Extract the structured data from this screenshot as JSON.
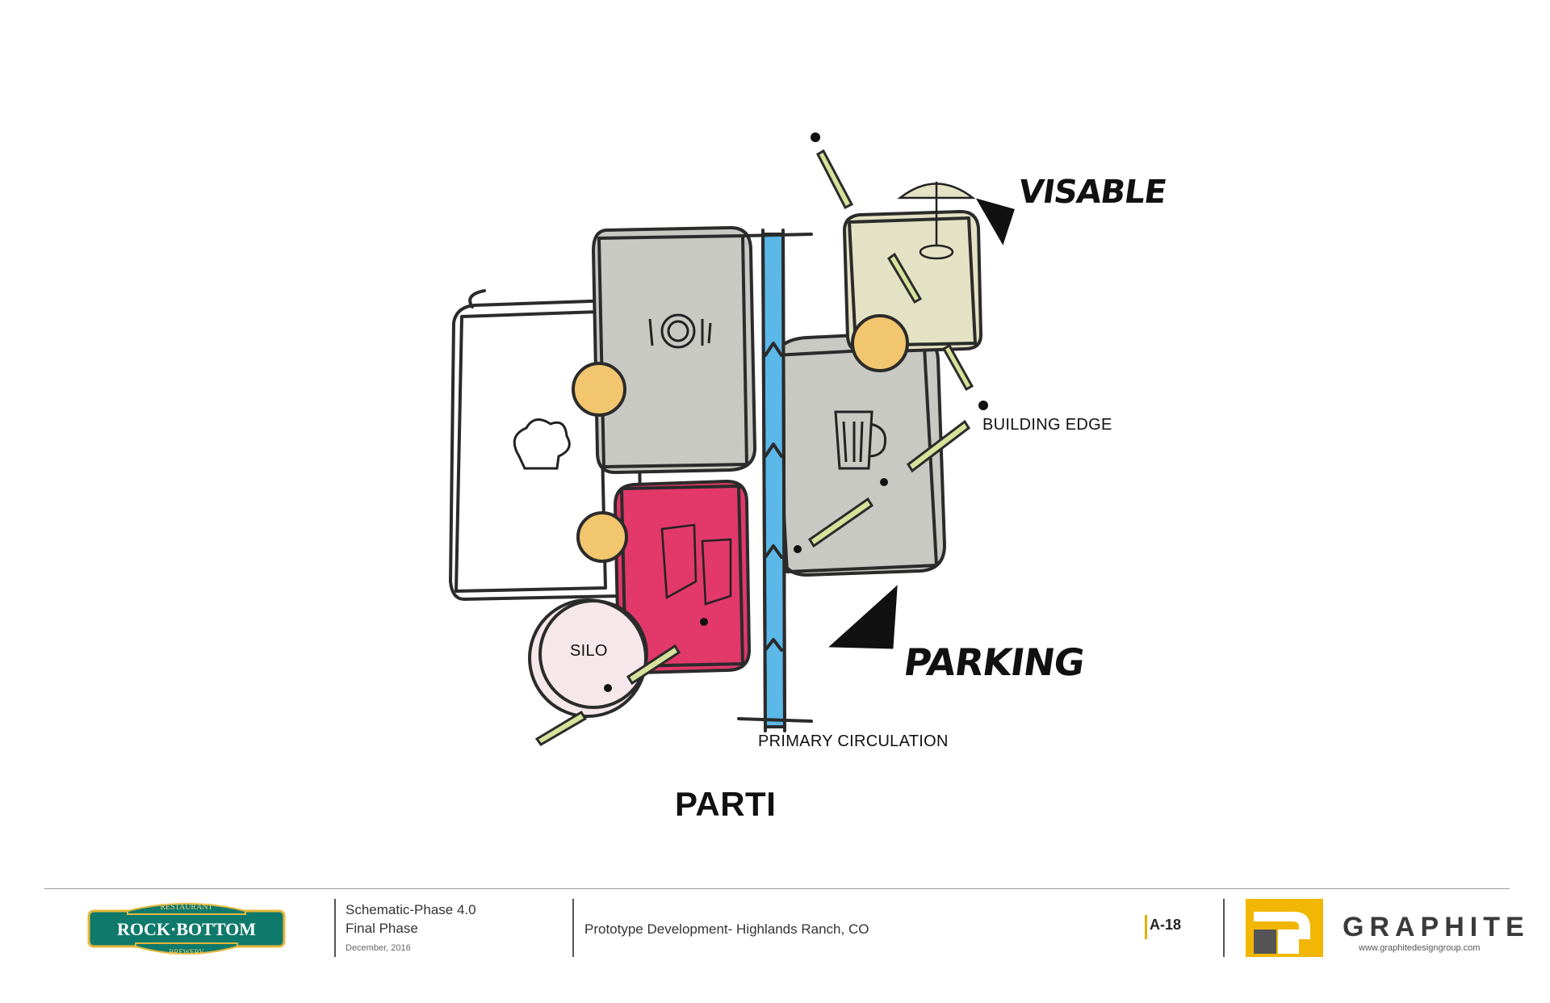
{
  "diagram": {
    "title": "PARTI",
    "labels": {
      "visible": "VISABLE",
      "building_edge": "BUILDING EDGE",
      "parking": "PARKING",
      "silo": "SILO",
      "primary_circulation": "PRIMARY CIRCULATION"
    },
    "icons": [
      "place-setting-icon",
      "chef-hat-icon",
      "beer-mug-icon",
      "patio-umbrella-icon",
      "chairs-icon"
    ],
    "colors": {
      "gray_zone": "#c9c9c4",
      "red_zone": "#e2386a",
      "yellow_zone": "#e4e2c4",
      "circulation": "#5bb8e8",
      "node": "#f2c66e",
      "axis": "#d6e29a",
      "silo": "#f1c7d2"
    }
  },
  "footer": {
    "client_logo": {
      "top": "RESTAURANT",
      "main": "ROCK·BOTTOM",
      "bottom": "BREWERY"
    },
    "phase": "Schematic-Phase 4.0",
    "phase_sub": "Final Phase",
    "date": "December, 2016",
    "project": "Prototype Development- Highlands Ranch, CO",
    "sheet": "A-18",
    "brand": "GRAPHITE",
    "brand_url": "www.graphitedesigngroup.com",
    "brand_color": "#f2b705"
  }
}
